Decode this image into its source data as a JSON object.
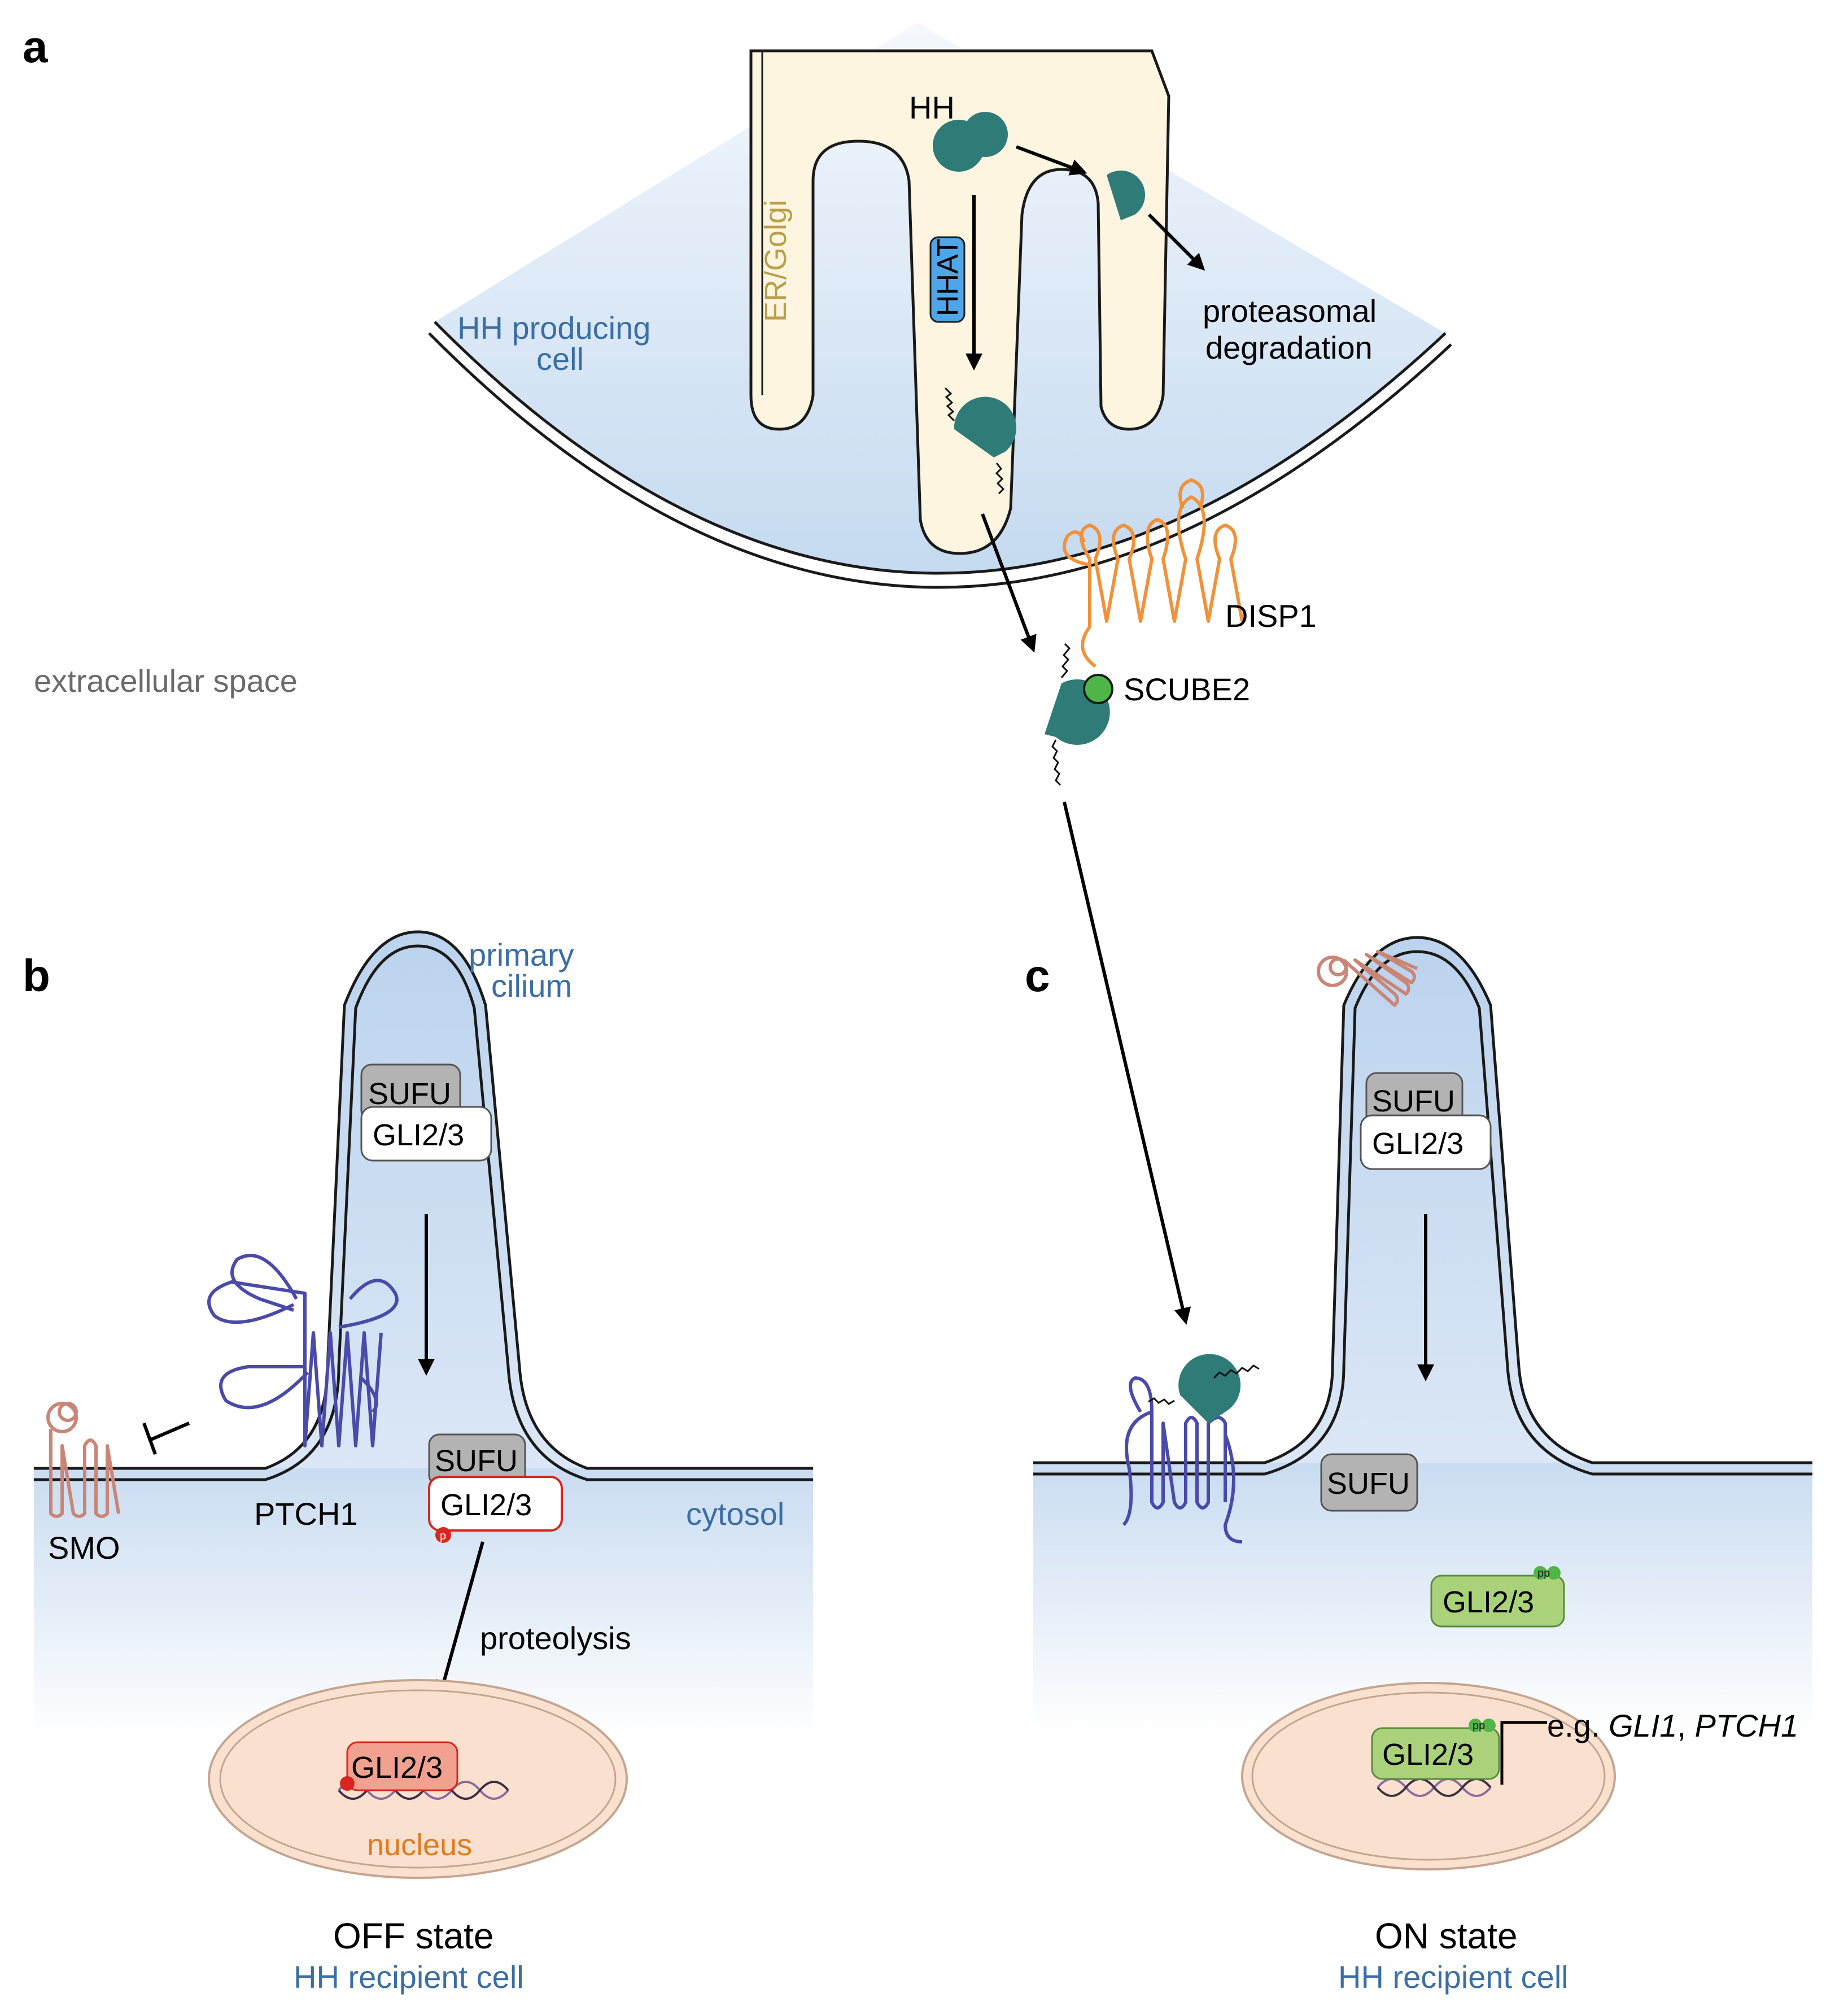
{
  "panels": {
    "a": {
      "letter": "a",
      "hh": "HH",
      "er_golgi": "ER/Golgi",
      "hhat": "HHAT",
      "producing_cell": "HH producing",
      "producing_cell_2": "cell",
      "degradation_1": "proteasomal",
      "degradation_2": "degradation",
      "disp1": "DISP1",
      "scube2": "SCUBE2",
      "extracellular": "extracellular space"
    },
    "b": {
      "letter": "b",
      "primary_cilium_1": "primary",
      "primary_cilium_2": "cilium",
      "sufu_top": "SUFU",
      "gli_top": "GLI2/3",
      "sufu_bottom": "SUFU",
      "gli_bottom": "GLI2/3",
      "ptch1": "PTCH1",
      "smo": "SMO",
      "cytosol": "cytosol",
      "proteolysis": "proteolysis",
      "gli_nucleus": "GLI2/3",
      "nucleus": "nucleus",
      "phospho": "p",
      "state": "OFF state",
      "cell": "HH recipient cell"
    },
    "c": {
      "letter": "c",
      "sufu_top": "SUFU",
      "gli_top": "GLI2/3",
      "sufu_free": "SUFU",
      "gli_active": "GLI2/3",
      "gli_nucleus": "GLI2/3",
      "phospho": "pp",
      "targets_prefix": "e.g. ",
      "target_1": "GLI1",
      "target_sep": ", ",
      "target_2": "PTCH1",
      "state": "ON state",
      "cell": "HH recipient cell"
    }
  },
  "colors": {
    "hh_ligand": "#2e7b78",
    "er_fill": "#fdf5df",
    "cell_gradient_top": "#c9dcf1",
    "cell_gradient_bottom": "#ffffff",
    "ptch1": "#4a4aa8",
    "smo": "#c98676",
    "disp1": "#f0923a",
    "scube2": "#4fb548",
    "hhat": "#4ea6e8",
    "nucleus_fill": "#fae1cf",
    "gli_active": "#a9d27a",
    "gli_processed": "#f2a08f",
    "phospho_red": "#d8261f",
    "phospho_green": "#4fb548",
    "sufu": "#b3b3b3"
  }
}
